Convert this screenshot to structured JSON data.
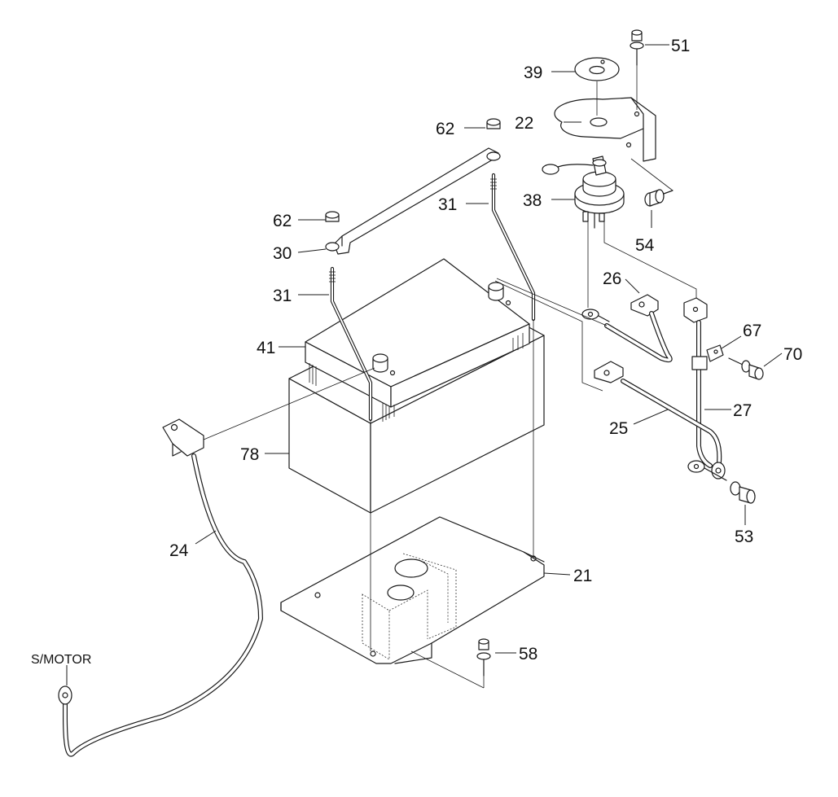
{
  "parts": [
    {
      "id": "p51",
      "label": "51"
    },
    {
      "id": "p39",
      "label": "39"
    },
    {
      "id": "p22",
      "label": "22"
    },
    {
      "id": "p62a",
      "label": "62"
    },
    {
      "id": "p31a",
      "label": "31"
    },
    {
      "id": "p38",
      "label": "38"
    },
    {
      "id": "p54",
      "label": "54"
    },
    {
      "id": "p62b",
      "label": "62"
    },
    {
      "id": "p30",
      "label": "30"
    },
    {
      "id": "p31b",
      "label": "31"
    },
    {
      "id": "p26",
      "label": "26"
    },
    {
      "id": "p41",
      "label": "41"
    },
    {
      "id": "p67",
      "label": "67"
    },
    {
      "id": "p70",
      "label": "70"
    },
    {
      "id": "p27",
      "label": "27"
    },
    {
      "id": "p25",
      "label": "25"
    },
    {
      "id": "p78",
      "label": "78"
    },
    {
      "id": "p53",
      "label": "53"
    },
    {
      "id": "p24",
      "label": "24"
    },
    {
      "id": "p21",
      "label": "21"
    },
    {
      "id": "p58",
      "label": "58"
    }
  ],
  "annotations": {
    "smotor": "S/MOTOR"
  }
}
